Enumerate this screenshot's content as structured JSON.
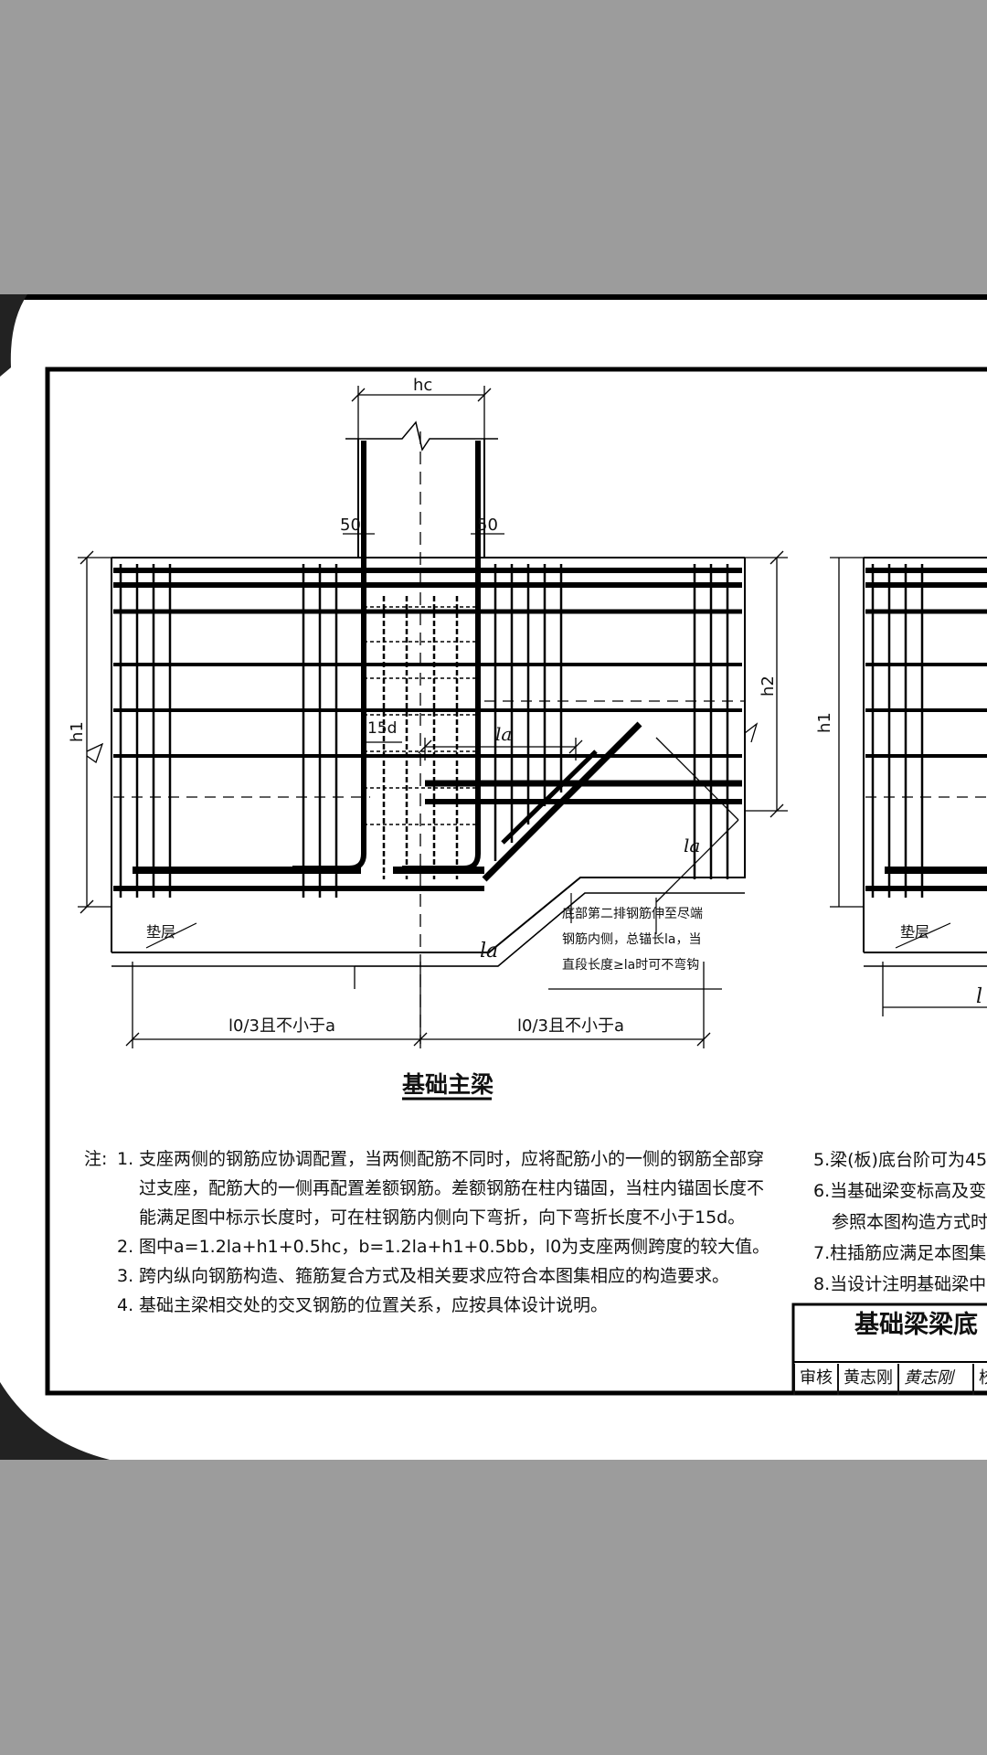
{
  "diagram": {
    "title": "基础主梁",
    "dims": {
      "hc": "hc",
      "c50_left": "50",
      "c50_right": "50",
      "h1": "h1",
      "h1_right": "h1",
      "h2": "h2",
      "d15": "15d",
      "la_top": "la",
      "la_slope": "la",
      "la_bottom": "la",
      "l0_left": "l0/3且不小于a",
      "l0_right": "l0/3且不小于a",
      "l_right": "l"
    },
    "labels": {
      "cushion": "垫层",
      "cushion_right": "垫层"
    },
    "callout": [
      "底部第二排钢筋伸至尽端",
      "钢筋内侧，总锚长la，当",
      "直段长度≥la时可不弯钩"
    ]
  },
  "notes": {
    "prefix": "注:",
    "items": [
      {
        "num": "1.",
        "text": "支座两侧的钢筋应协调配置，当两侧配筋不同时，应将配筋小的一侧的钢筋全部穿过支座，配筋大的一侧再配置差额钢筋。差额钢筋在柱内锚固，当柱内锚固长度不能满足图中标示长度时，可在柱钢筋内侧向下弯折，向下弯折长度不小于15d。"
      },
      {
        "num": "2.",
        "text": "图中a=1.2la+h1+0.5hc，b=1.2la+h1+0.5bb，l0为支座两侧跨度的较大值。"
      },
      {
        "num": "3.",
        "text": "跨内纵向钢筋构造、箍筋复合方式及相关要求应符合本图集相应的构造要求。"
      },
      {
        "num": "4.",
        "text": "基础主梁相交处的交叉钢筋的位置关系，应按具体设计说明。"
      }
    ],
    "right_items": [
      "5.梁(板)底台阶可为45",
      "6.当基础梁变标高及变",
      "参照本图构造方式时",
      "7.柱插筋应满足本图集",
      "8.当设计注明基础梁中"
    ]
  },
  "titleblock": {
    "title": "基础梁梁底",
    "cells": [
      "审核",
      "黄志刚",
      "黄志刚",
      "校"
    ]
  }
}
